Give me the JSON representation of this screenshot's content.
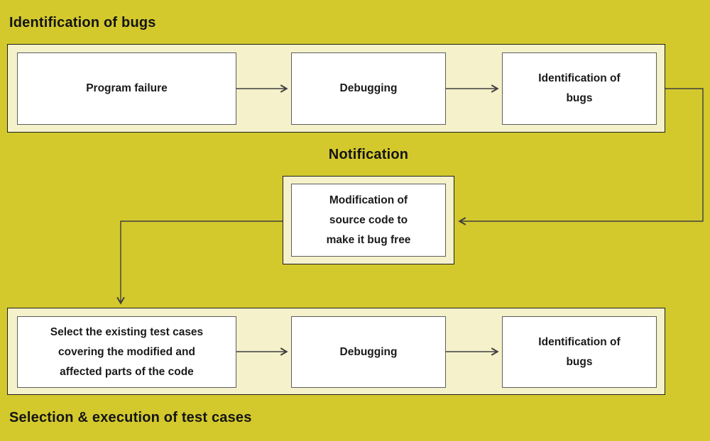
{
  "colors": {
    "background": "#d3c92c",
    "band_fill": "#f4f1cb",
    "band_border": "#1e1e1e",
    "node_fill": "#ffffff",
    "node_border": "#5e5e5e",
    "arrow": "#3f3f3f",
    "text": "#141414"
  },
  "top_section": {
    "title": "Identification of bugs",
    "boxes": [
      "Program failure",
      "Debugging",
      "Identification of\nbugs"
    ]
  },
  "middle_section": {
    "title": "Notification",
    "box": "Modification of\nsource code to\nmake it bug free"
  },
  "bottom_section": {
    "title": "Selection & execution of test cases",
    "boxes": [
      "Select the existing test cases\ncovering the modified and\naffected parts of the code",
      "Debugging",
      "Identification of\nbugs"
    ]
  }
}
